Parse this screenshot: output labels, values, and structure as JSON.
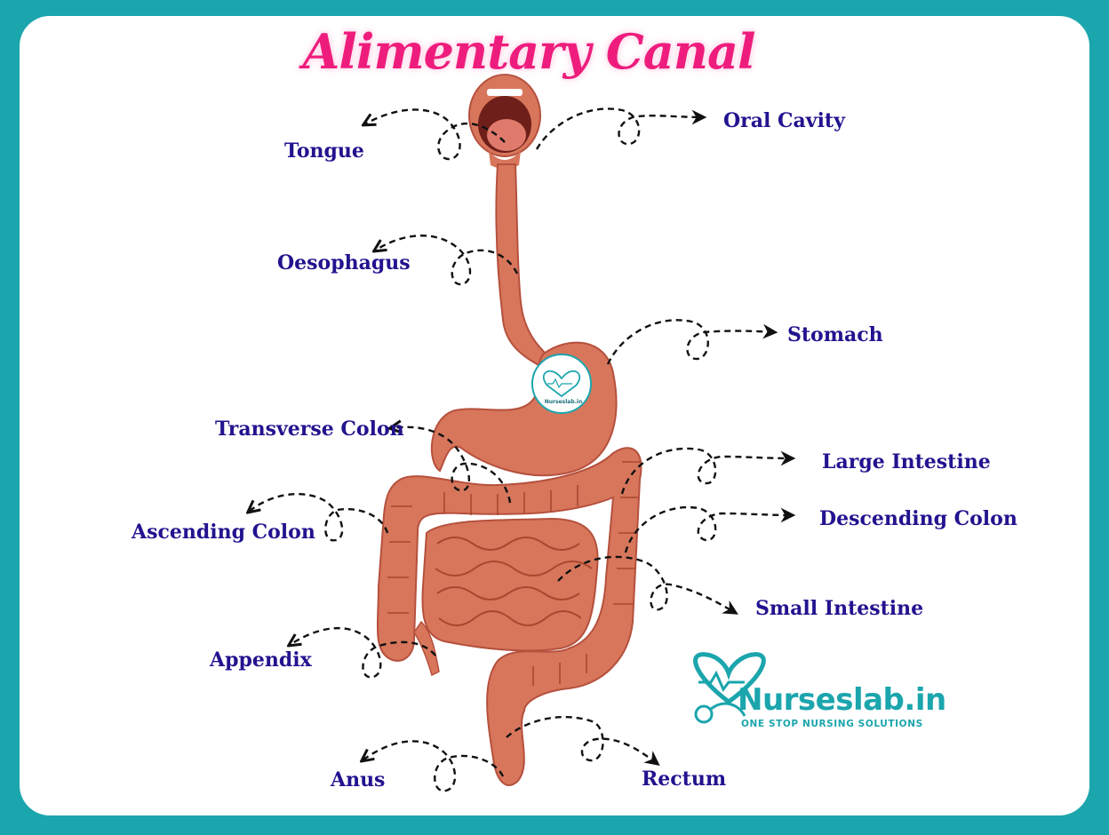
{
  "title": "Alimentary Canal",
  "labels": {
    "tongue": "Tongue",
    "oral_cavity": "Oral Cavity",
    "oesophagus": "Oesophagus",
    "stomach": "Stomach",
    "transverse_colon": "Transverse Colon",
    "large_intestine": "Large Intestine",
    "ascending_colon": "Ascending Colon",
    "descending_colon": "Descending Colon",
    "small_intestine": "Small Intestine",
    "appendix": "Appendix",
    "anus": "Anus",
    "rectum": "Rectum"
  },
  "brand": {
    "name": "Nurseslab.in",
    "tagline": "ONE STOP NURSING SOLUTIONS",
    "stamp": "Nurseslab.in"
  },
  "colors": {
    "frame": "#1ba5ad",
    "title": "#ee1d7d",
    "label": "#22138f",
    "organ": "#d8765c",
    "organ_dark": "#b5503d",
    "organ_light": "#eb9a80"
  }
}
